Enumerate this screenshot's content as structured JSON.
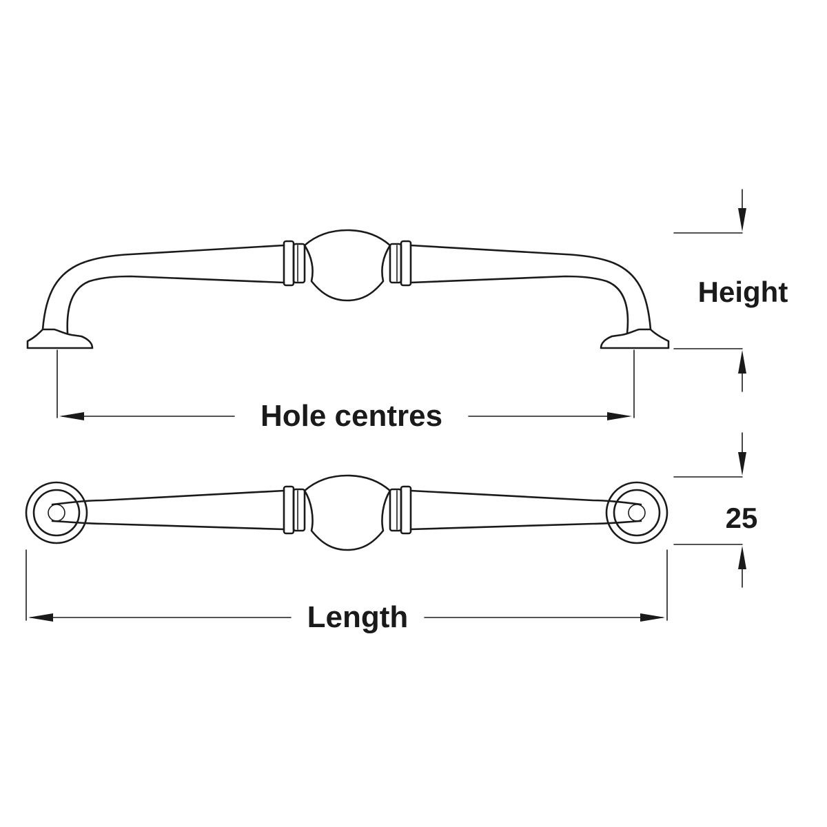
{
  "labels": {
    "height": "Height",
    "hole_centres": "Hole centres",
    "depth": "25",
    "length": "Length"
  },
  "colors": {
    "line": "#1a1a1a",
    "background": "#ffffff"
  }
}
